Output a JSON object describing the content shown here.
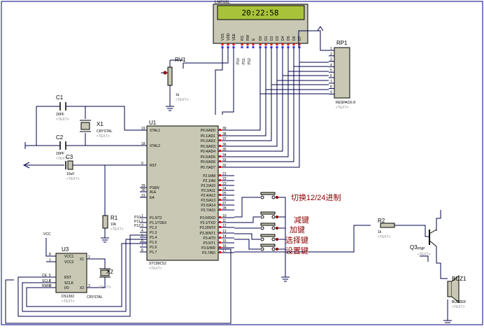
{
  "lcd": {
    "model": "LM016L",
    "display": "20:22:58",
    "pins": [
      "VSS",
      "VDD",
      "VEE",
      "RS",
      "RW",
      "E",
      "D0",
      "D1",
      "D2",
      "D3",
      "D4",
      "D5",
      "D6",
      "D7"
    ],
    "port_labels": [
      "P10",
      "P11",
      "P12"
    ]
  },
  "rv1": {
    "name": "RV1",
    "value": "1k",
    "text": "<TEXT>"
  },
  "rp1": {
    "name": "RP1",
    "model": "RESPACK-8",
    "text": "<TEXT>",
    "pins": [
      "1",
      "2",
      "3",
      "4",
      "5",
      "6",
      "7",
      "8",
      "9"
    ]
  },
  "c1": {
    "name": "C1",
    "value": "20PF",
    "text": "<TEXT>"
  },
  "c2": {
    "name": "C2",
    "value": "20PF",
    "text": "<TEXT>"
  },
  "c3": {
    "name": "C3",
    "value": "10uF",
    "text": "<TEXT>"
  },
  "x1": {
    "name": "X1",
    "model": "CRYSTAL",
    "text": "<TEXT>"
  },
  "x2": {
    "name": "X2",
    "model": "CRYSTAL",
    "text": "<TEXT>"
  },
  "r1": {
    "name": "R1",
    "value": "10k",
    "text": "<TEXT>"
  },
  "r2": {
    "name": "R2",
    "value": "1k",
    "text": "<TEXT>"
  },
  "q3": {
    "name": "Q3",
    "model": "PNP",
    "text": "<TEXT>"
  },
  "buz1": {
    "name": "BUZ1",
    "model": "BUZZER",
    "text": "<TEXT>"
  },
  "u1": {
    "name": "U1",
    "model": "STC89C52",
    "text": "<TEXT>",
    "left_pins": [
      {
        "num": "19",
        "label": "XTAL1"
      },
      {
        "num": "18",
        "label": "XTAL2"
      },
      {
        "num": "9",
        "label": "RST"
      },
      {
        "num": "29",
        "label": "PSEN"
      },
      {
        "num": "30",
        "label": "ALE"
      },
      {
        "num": "31",
        "label": "EA"
      },
      {
        "num": "1",
        "label": "P1.0/T2"
      },
      {
        "num": "2",
        "label": "P1.1/T2EX"
      },
      {
        "num": "3",
        "label": "P1.2"
      },
      {
        "num": "4",
        "label": "P1.3"
      },
      {
        "num": "5",
        "label": "P1.4"
      },
      {
        "num": "6",
        "label": "P1.5"
      },
      {
        "num": "7",
        "label": "P1.6"
      },
      {
        "num": "8",
        "label": "P1.7"
      }
    ],
    "right_pins": [
      {
        "num": "39",
        "label": "P0.0/AD0"
      },
      {
        "num": "38",
        "label": "P0.1/AD1"
      },
      {
        "num": "37",
        "label": "P0.2/AD2"
      },
      {
        "num": "36",
        "label": "P0.3/AD3"
      },
      {
        "num": "35",
        "label": "P0.4/AD4"
      },
      {
        "num": "34",
        "label": "P0.5/AD5"
      },
      {
        "num": "33",
        "label": "P0.6/AD6"
      },
      {
        "num": "32",
        "label": "P0.7/AD7"
      },
      {
        "num": "21",
        "label": "P2.0/A8"
      },
      {
        "num": "22",
        "label": "P2.1/A9"
      },
      {
        "num": "23",
        "label": "P2.2/A10"
      },
      {
        "num": "24",
        "label": "P2.3/A11"
      },
      {
        "num": "25",
        "label": "P2.4/A12"
      },
      {
        "num": "26",
        "label": "P2.5/A13"
      },
      {
        "num": "27",
        "label": "P2.6/A14"
      },
      {
        "num": "28",
        "label": "P2.7/A15"
      },
      {
        "num": "10",
        "label": "P3.0/RXD"
      },
      {
        "num": "11",
        "label": "P3.1/TXD"
      },
      {
        "num": "12",
        "label": "P3.2/INT0"
      },
      {
        "num": "13",
        "label": "P3.3/INT1"
      },
      {
        "num": "14",
        "label": "P3.4/T0"
      },
      {
        "num": "15",
        "label": "P3.5/T1"
      },
      {
        "num": "16",
        "label": "P3.6/WR"
      },
      {
        "num": "17",
        "label": "P3.7/RD"
      }
    ],
    "port_labels": [
      "P10",
      "P11",
      "P12"
    ]
  },
  "u3": {
    "name": "U3",
    "model": "DS1302",
    "text": "<TEXT>",
    "vcc": "VCC",
    "left_pins": [
      {
        "num": "8",
        "label": "VCC1"
      },
      {
        "num": "1",
        "label": "VCC2"
      },
      {
        "num": "5",
        "label": "RST"
      },
      {
        "num": "7",
        "label": "SCLK"
      },
      {
        "num": "6",
        "label": "I/O"
      }
    ],
    "right_pins": [
      {
        "num": "2",
        "label": "X1"
      },
      {
        "num": "3",
        "label": "X2"
      }
    ],
    "net_labels": [
      "CE",
      "SCLK",
      "RWIO"
    ]
  },
  "buttons": {
    "toggle_label": "切换12/24进制",
    "dec_label": "减键",
    "inc_label": "加键",
    "select_label": "选择键",
    "set_label": "设置键"
  }
}
